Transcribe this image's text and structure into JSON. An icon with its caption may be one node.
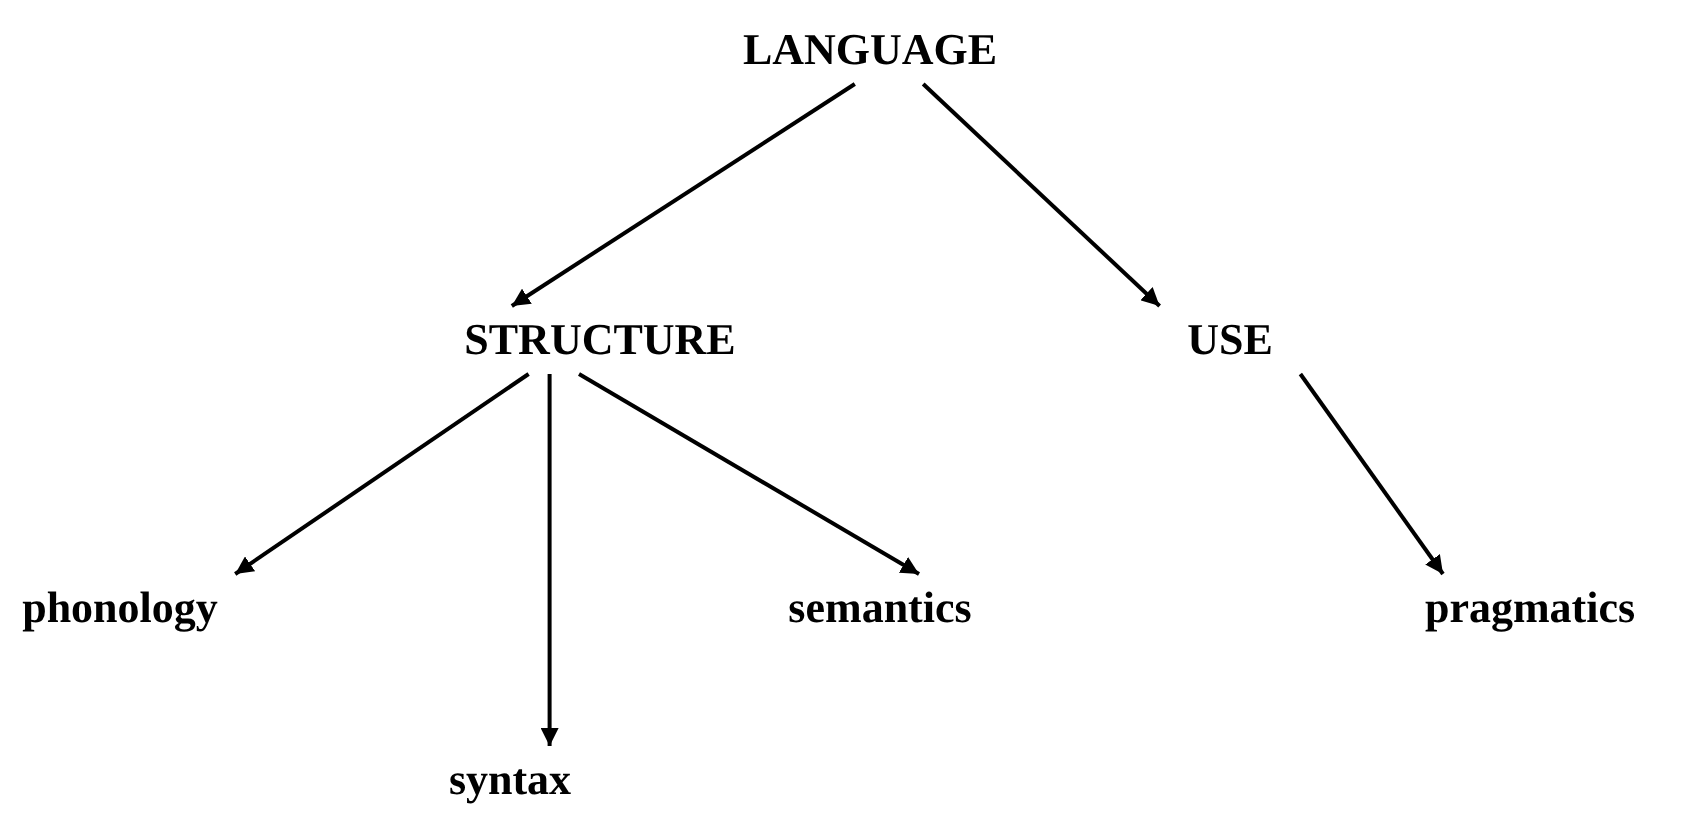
{
  "diagram": {
    "nodes": [
      {
        "text": [
          "LANGUAGE"
        ]
      },
      {
        "text": [
          "STRUCTURE"
        ]
      },
      {
        "text": [
          "USE"
        ]
      },
      {
        "text": [
          "phonology"
        ]
      },
      {
        "text": [
          "syntax"
        ]
      },
      {
        "text": [
          "semantics"
        ]
      },
      {
        "text": [
          "pragmatics"
        ]
      }
    ],
    "edges": [
      {
        "from": 0,
        "to": 1,
        "arrow": "to"
      },
      {
        "from": 0,
        "to": 2,
        "arrow": "to"
      },
      {
        "from": 1,
        "to": 3,
        "arrow": "to"
      },
      {
        "from": 1,
        "to": 4,
        "arrow": "to"
      },
      {
        "from": 1,
        "to": 5,
        "arrow": "to"
      },
      {
        "from": 2,
        "to": 6,
        "arrow": "to"
      }
    ]
  }
}
